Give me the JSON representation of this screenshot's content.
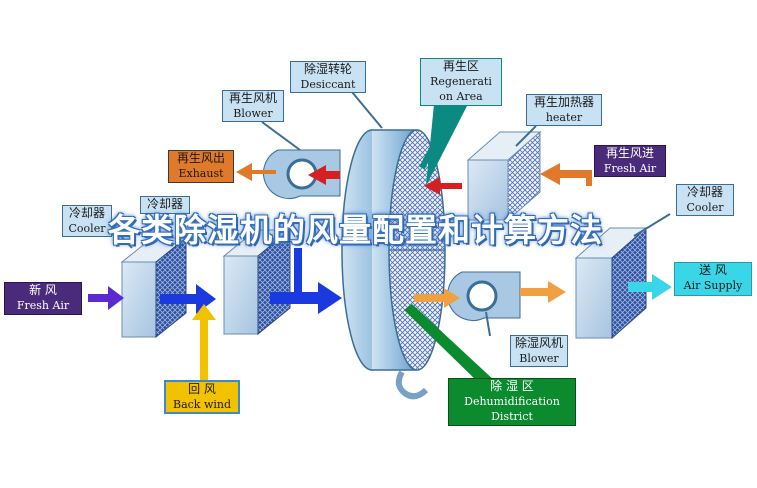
{
  "labels": {
    "desiccant": {
      "zh": "除湿转轮",
      "en": "Desiccant"
    },
    "regeneration_area": {
      "zh": "再生区",
      "en1": "Regenerati",
      "en2": "on Area"
    },
    "regen_blower": {
      "zh": "再生风机",
      "en": "Blower"
    },
    "regen_heater": {
      "zh": "再生加热器",
      "en": "heater"
    },
    "exhaust": {
      "zh": "再生风出",
      "en": "Exhaust"
    },
    "regen_fresh_air": {
      "zh": "再生风进",
      "en": "Fresh Air"
    },
    "cooler_left": {
      "zh": "冷却器",
      "en": "Cooler"
    },
    "cooler_mid": {
      "zh": "冷却器"
    },
    "cooler_right": {
      "zh": "冷却器",
      "en": "Cooler"
    },
    "fresh_air": {
      "zh": "新    风",
      "en": "Fresh Air"
    },
    "back_wind": {
      "zh": "回    风",
      "en": "Back wind"
    },
    "air_supply": {
      "zh": "送  风",
      "en": "Air Supply"
    },
    "dehumid_blower": {
      "zh": "除湿风机",
      "en": "Blower"
    },
    "dehumid_district": {
      "zh": "除    湿    区",
      "en1": "Dehumidification",
      "en2": "District"
    }
  },
  "title": "各类除湿机的风量配置和计算方法",
  "colors": {
    "callout_blue": "#c9e2f3",
    "exhaust_orange": "#e07a2a",
    "fresh_air_purple": "#4a2a7a",
    "back_wind_yellow": "#f2c200",
    "air_supply_cyan": "#38d6e6",
    "dehumid_green": "#0c8a2e",
    "regen_arrow_red": "#d42020",
    "process_arrow_blue": "#1a3ae0",
    "supply_arrow_orange": "#f0a040"
  }
}
